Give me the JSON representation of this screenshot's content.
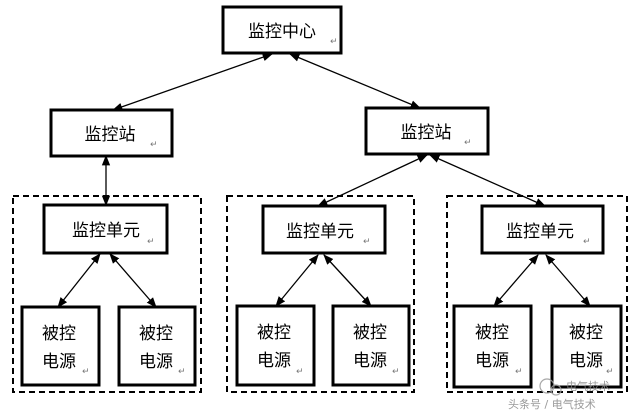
{
  "nodes": {
    "center": {
      "label": "监控中心"
    },
    "station_left": {
      "label": "监控站"
    },
    "station_right": {
      "label": "监控站"
    },
    "unit_1": {
      "label": "监控单元"
    },
    "unit_2": {
      "label": "监控单元"
    },
    "unit_3": {
      "label": "监控单元"
    },
    "power_1a": {
      "line1": "被控",
      "line2": "电源"
    },
    "power_1b": {
      "line1": "被控",
      "line2": "电源"
    },
    "power_2a": {
      "line1": "被控",
      "line2": "电源"
    },
    "power_2b": {
      "line1": "被控",
      "line2": "电源"
    },
    "power_3a": {
      "line1": "被控",
      "line2": "电源"
    },
    "power_3b": {
      "line1": "被控",
      "line2": "电源"
    }
  },
  "paragraph_mark": "↵",
  "watermark": {
    "line1": "电气技术",
    "line2": "头条号 / 电气技术"
  },
  "colors": {
    "stroke": "#000000",
    "background": "#ffffff"
  }
}
